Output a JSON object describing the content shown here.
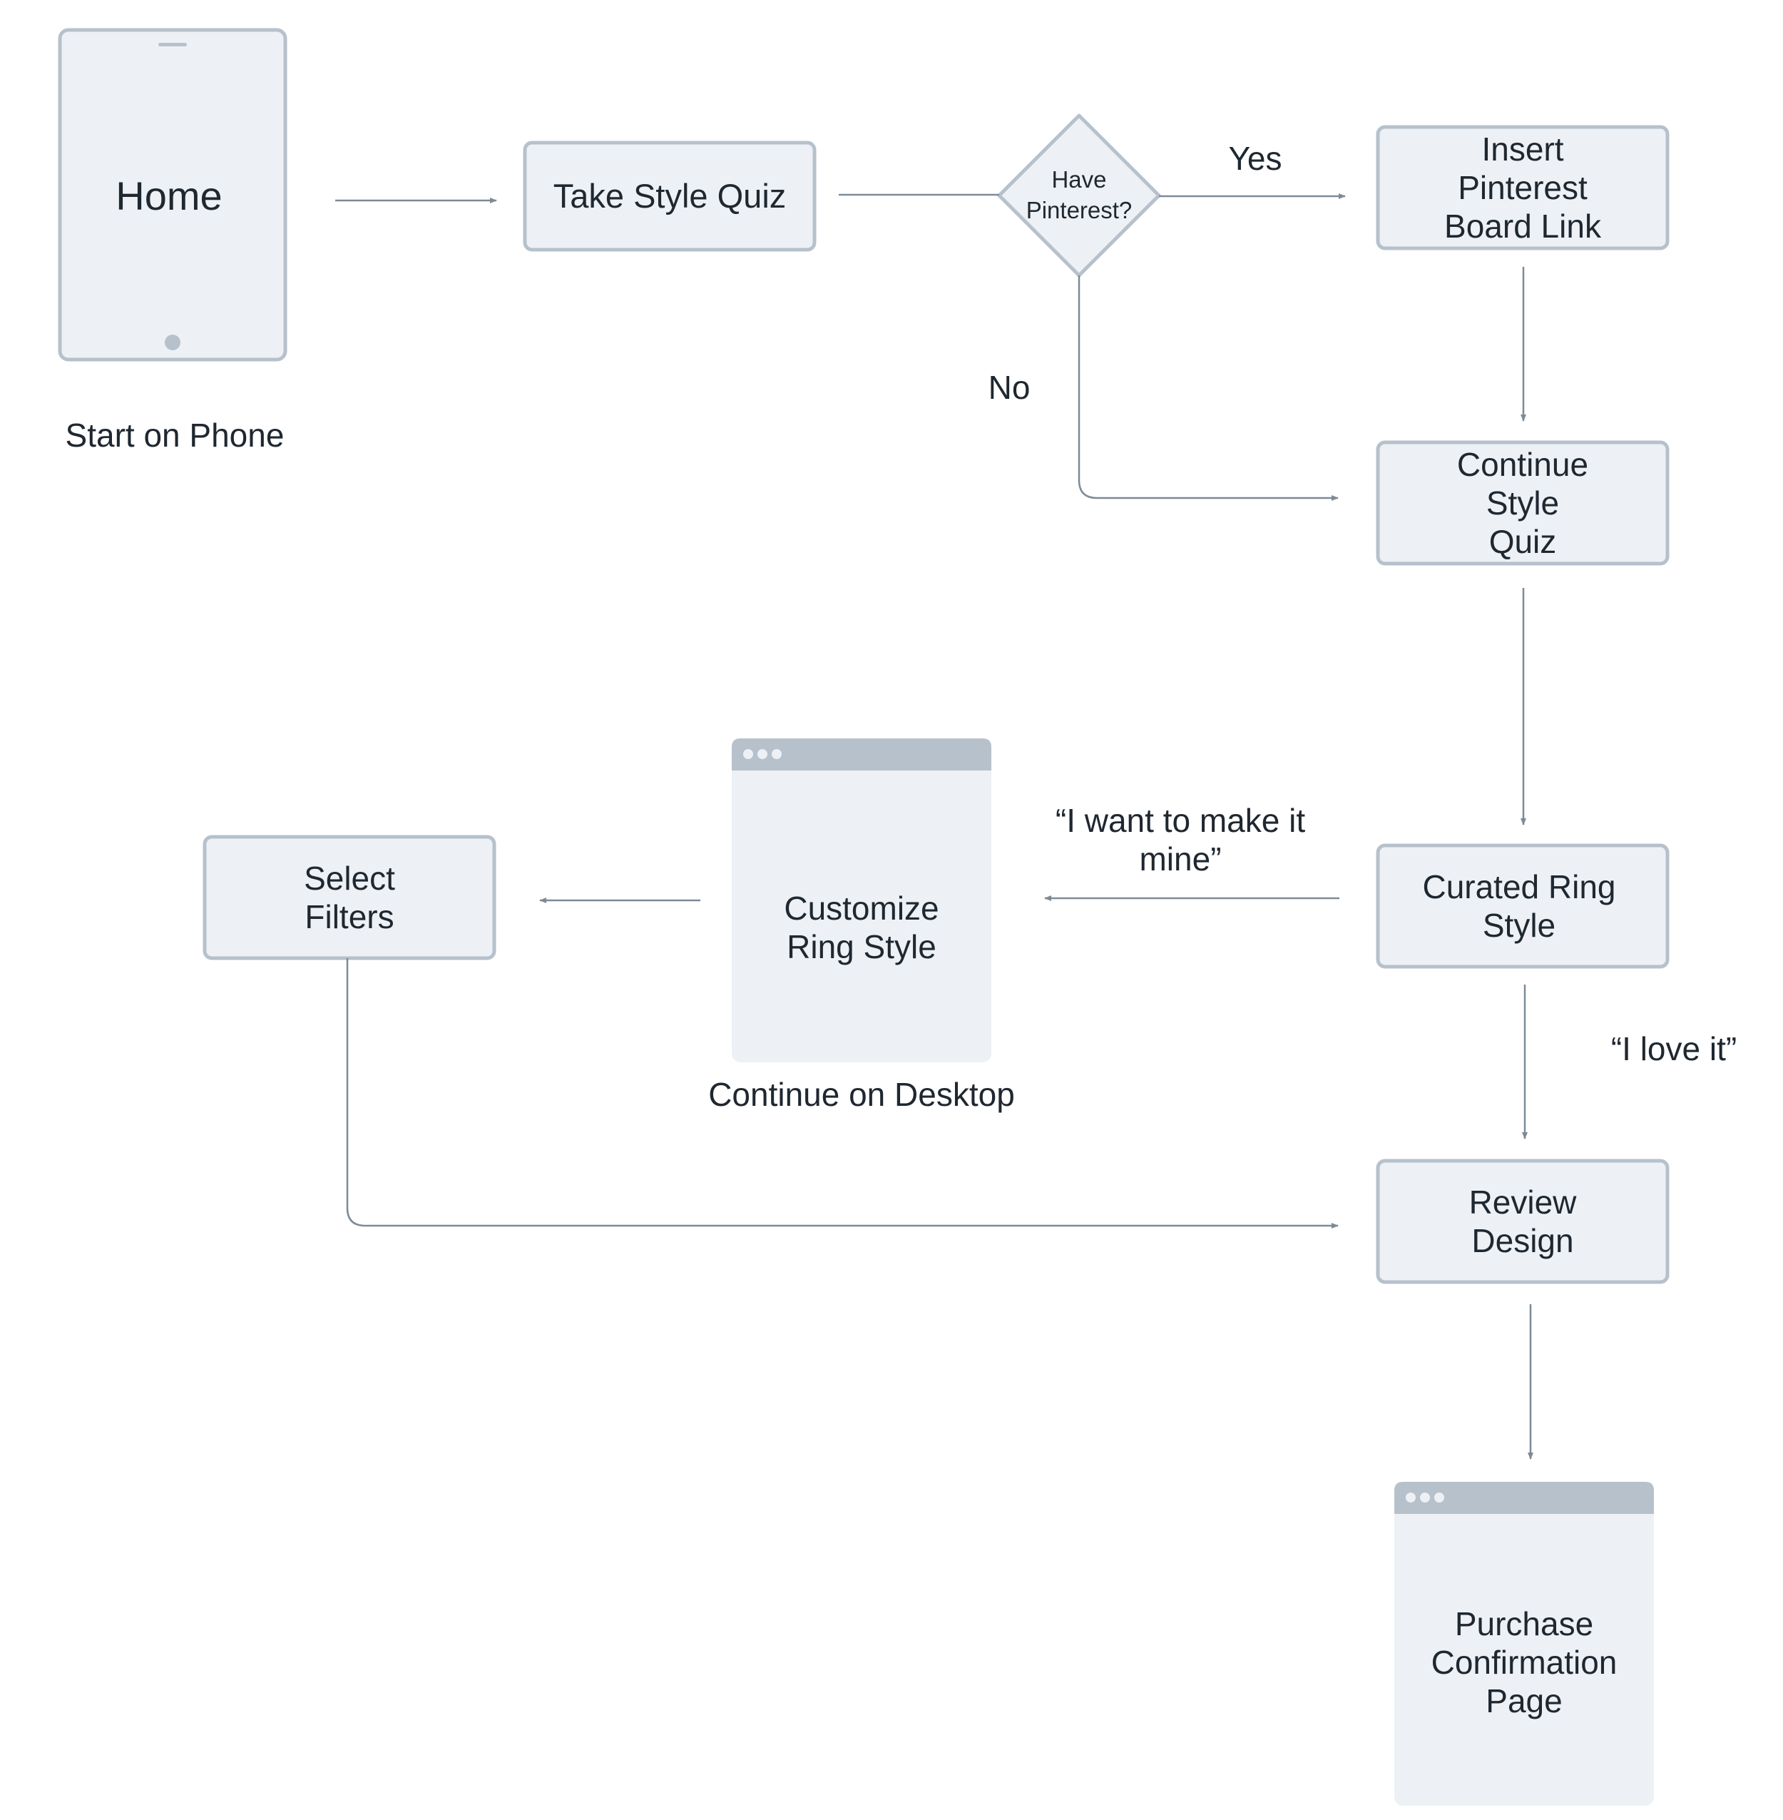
{
  "nodes": {
    "home": "Home",
    "take_style_quiz": "Take Style Quiz",
    "have_pinterest": "Have\nPinterest?",
    "insert_pinterest_board_link": "Insert\nPinterest\nBoard Link",
    "continue_style_quiz": "Continue\nStyle\nQuiz",
    "curated_ring_style": "Curated Ring\nStyle",
    "customize_ring_style": "Customize\nRing Style",
    "select_filters": "Select\nFilters",
    "review_design": "Review\nDesign",
    "purchase_confirmation_page": "Purchase\nConfirmation\nPage"
  },
  "captions": {
    "start_on_phone": "Start on Phone",
    "continue_on_desktop": "Continue on Desktop"
  },
  "edge_labels": {
    "yes": "Yes",
    "no": "No",
    "i_want_to_make_it_mine": "“I want to make it\nmine”",
    "i_love_it": "“I love it”"
  },
  "colors": {
    "box_fill": "#edf1f5",
    "box_stroke": "#b6c1cc",
    "browser_bar": "#b6c1cc",
    "connector": "#7d8a97",
    "text": "#1f2730"
  }
}
